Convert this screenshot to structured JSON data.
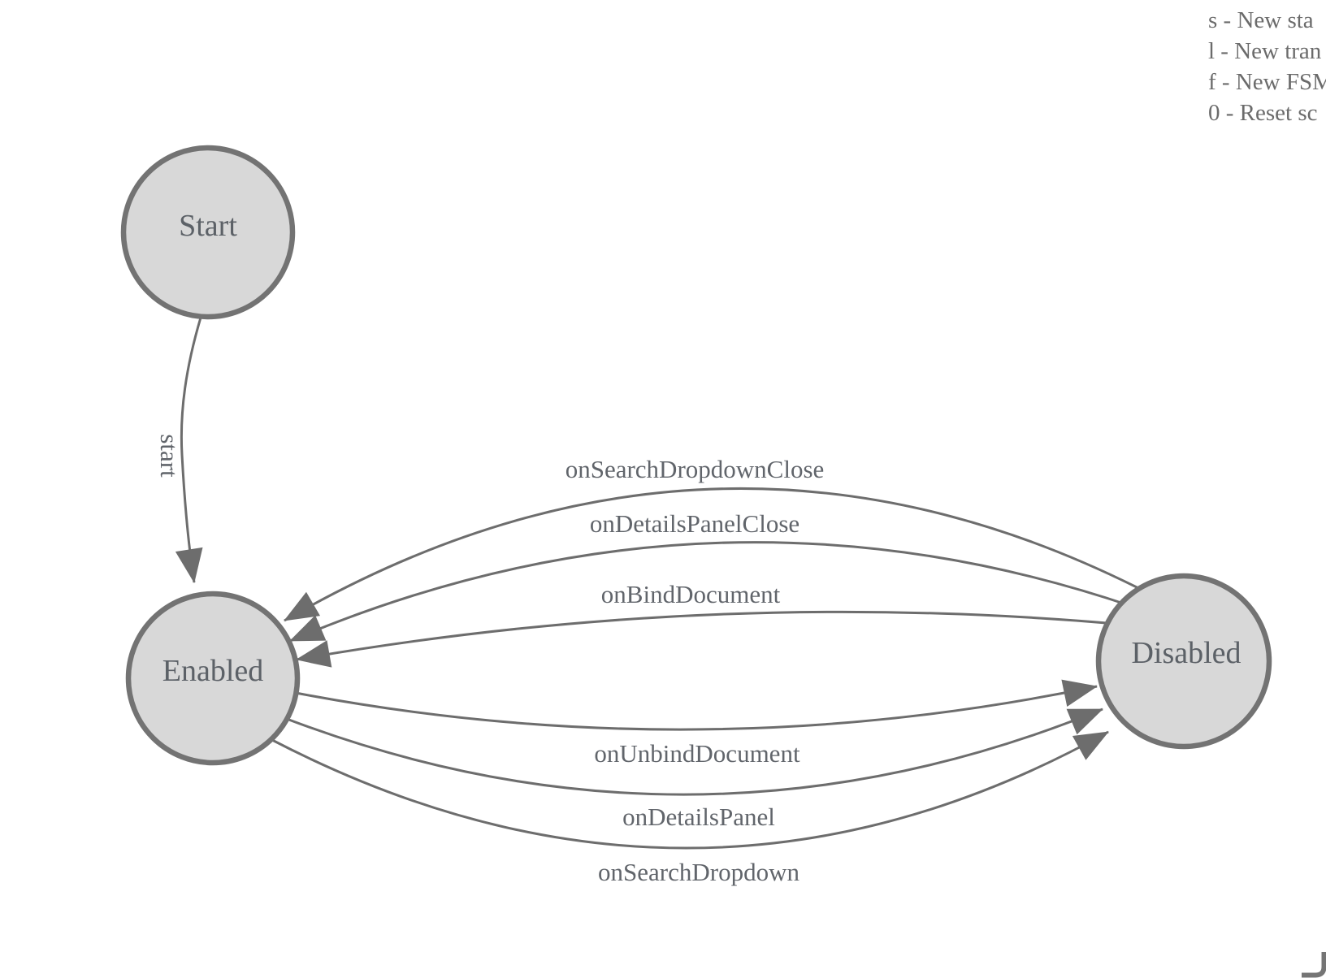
{
  "diagram": {
    "nodes": [
      {
        "id": "start",
        "label": "Start"
      },
      {
        "id": "enabled",
        "label": "Enabled"
      },
      {
        "id": "disabled",
        "label": "Disabled"
      }
    ],
    "edges": [
      {
        "label": "start",
        "from": "Start",
        "to": "Enabled"
      },
      {
        "label": "onSearchDropdownClose",
        "from": "Disabled",
        "to": "Enabled"
      },
      {
        "label": "onDetailsPanelClose",
        "from": "Disabled",
        "to": "Enabled"
      },
      {
        "label": "onBindDocument",
        "from": "Disabled",
        "to": "Enabled"
      },
      {
        "label": "onUnbindDocument",
        "from": "Enabled",
        "to": "Disabled"
      },
      {
        "label": "onDetailsPanel",
        "from": "Enabled",
        "to": "Disabled"
      },
      {
        "label": "onSearchDropdown",
        "from": "Enabled",
        "to": "Disabled"
      }
    ]
  },
  "legend": {
    "items": [
      {
        "label": "s - New sta"
      },
      {
        "label": "l - New tran"
      },
      {
        "label": "f - New FSM"
      },
      {
        "label": "0 - Reset sc"
      }
    ]
  },
  "colors": {
    "node_fill": "#d8d8d8",
    "node_stroke": "#737373",
    "edge_stroke": "#6d6d6d",
    "label_text": "#5c6167",
    "legend_text": "#6b6b6b"
  }
}
